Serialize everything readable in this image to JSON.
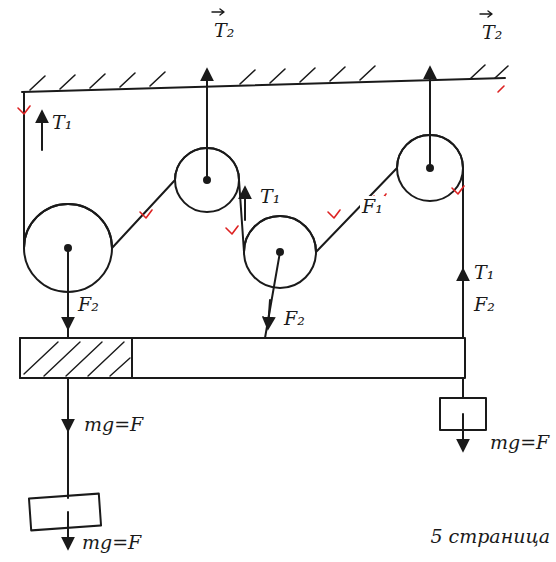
{
  "diagram": {
    "labels": [
      "T₂",
      "T₂",
      "T₁",
      "T₁",
      "F₁",
      "T₁",
      "F₂",
      "F₂",
      "F₂",
      "mg=F",
      "mg=F",
      "mg=F",
      "5 страница"
    ]
  }
}
